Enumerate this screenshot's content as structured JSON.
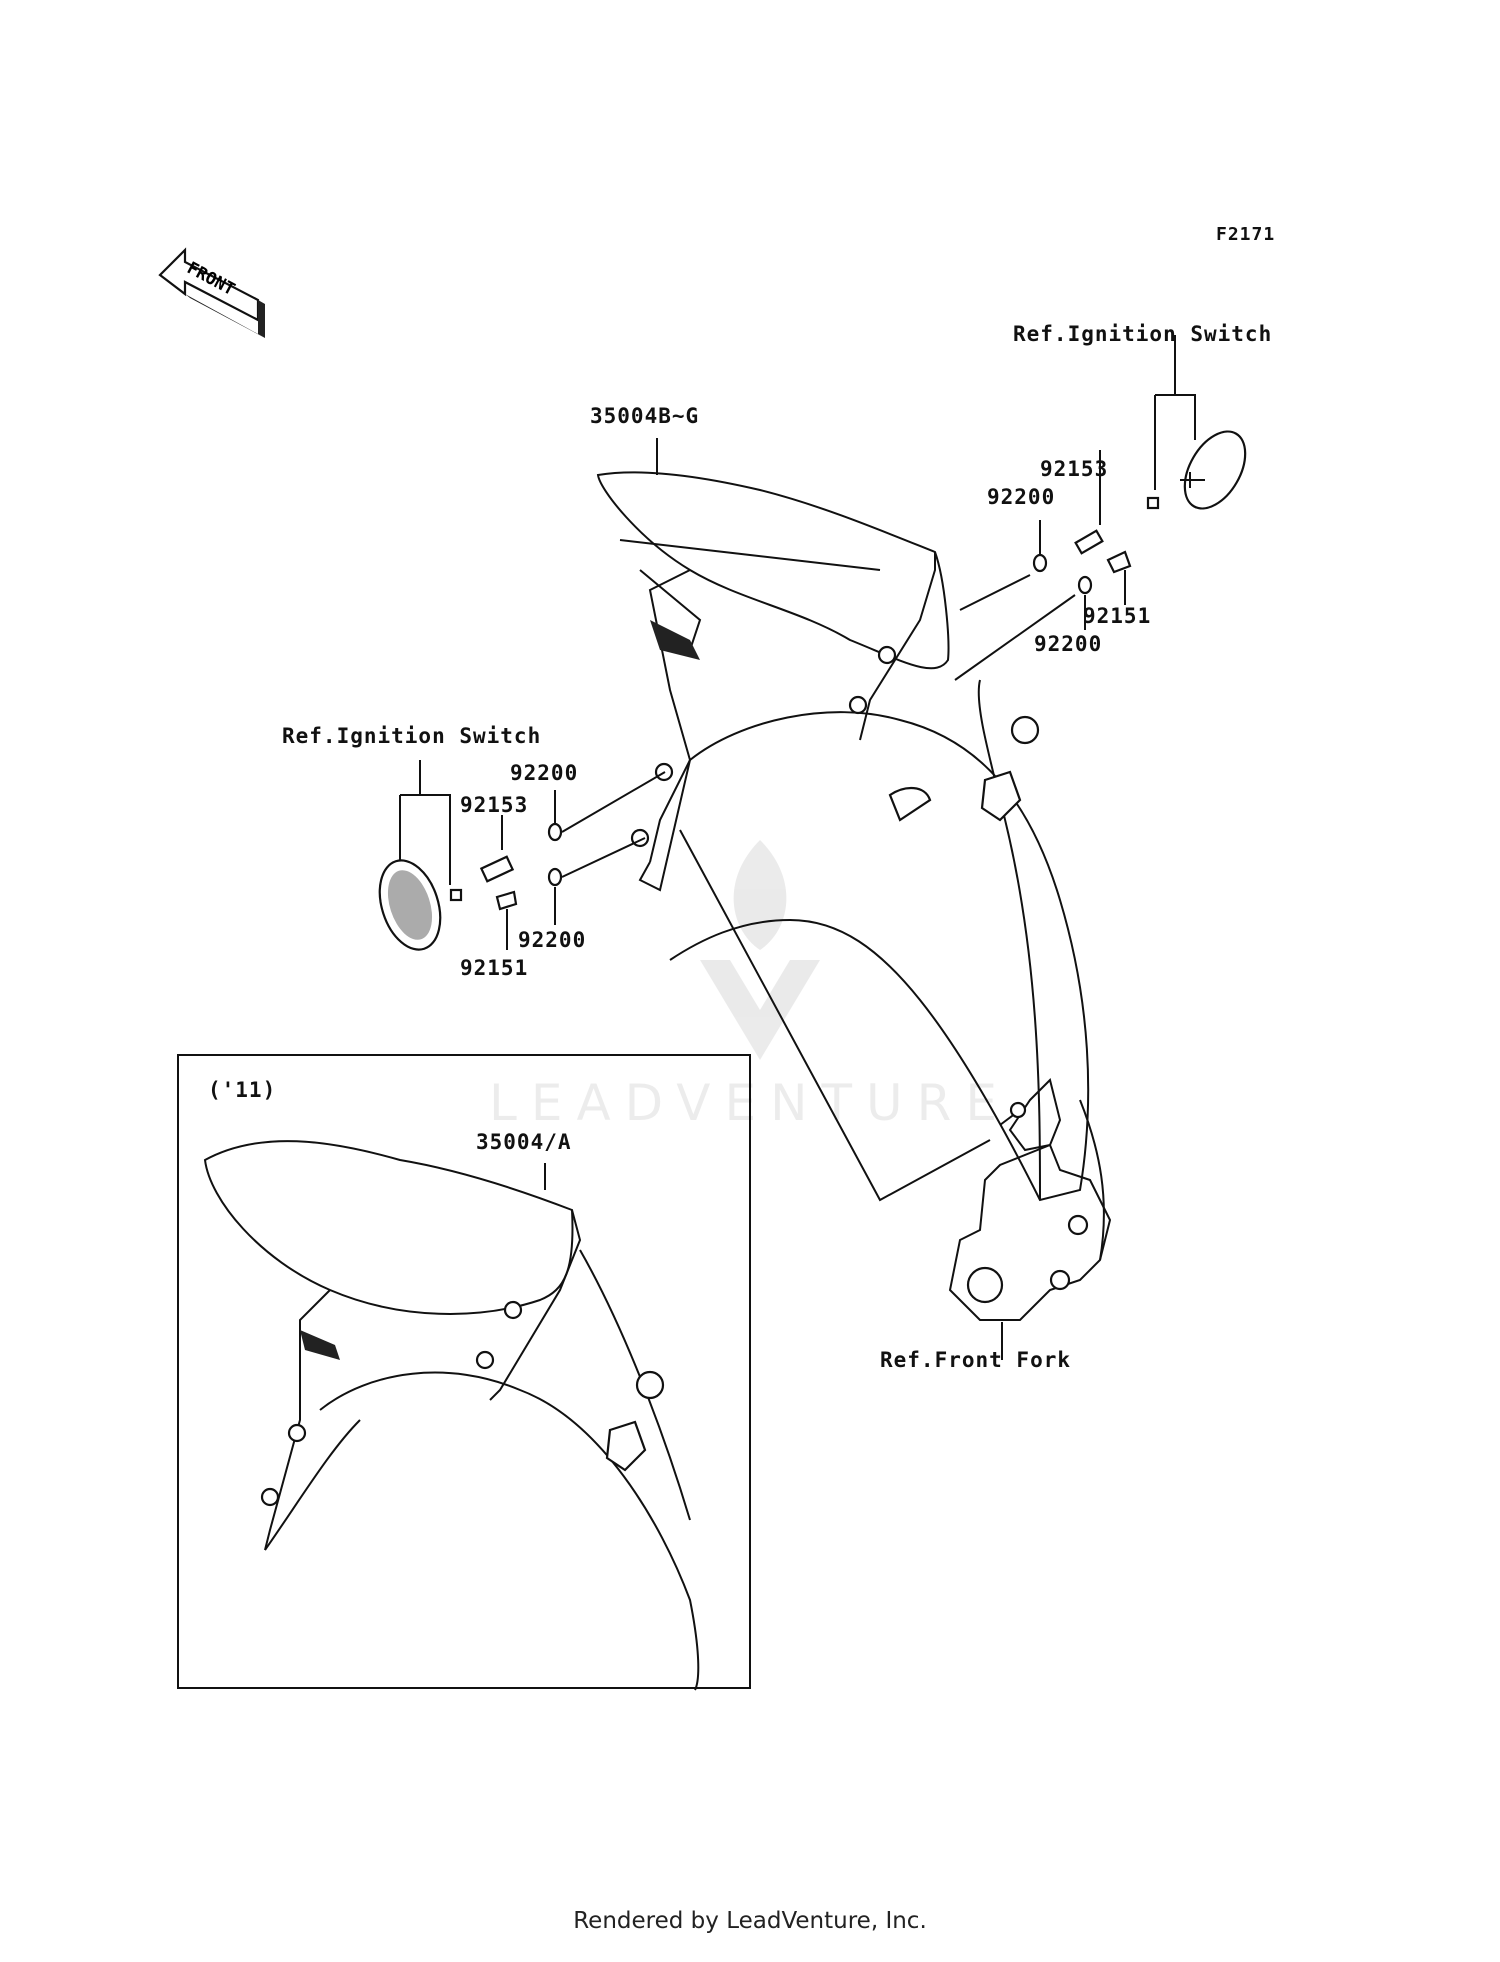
{
  "figure_code": "F2171",
  "front_arrow_label": "FRONT",
  "labels": {
    "fender_main": "35004B~G",
    "ref_ignition_right": "Ref.Ignition Switch",
    "p92153_right": "92153",
    "p92200_right_top": "92200",
    "p92151_right": "92151",
    "p92200_right_bottom": "92200",
    "ref_ignition_left": "Ref.Ignition Switch",
    "p92200_left_top": "92200",
    "p92153_left": "92153",
    "p92200_left_bottom": "92200",
    "p92151_left": "92151",
    "inset_year": "('11)",
    "fender_inset": "35004/A",
    "ref_front_fork": "Ref.Front Fork"
  },
  "watermark": "LEADVENTURE",
  "footer": "Rendered by LeadVenture, Inc."
}
